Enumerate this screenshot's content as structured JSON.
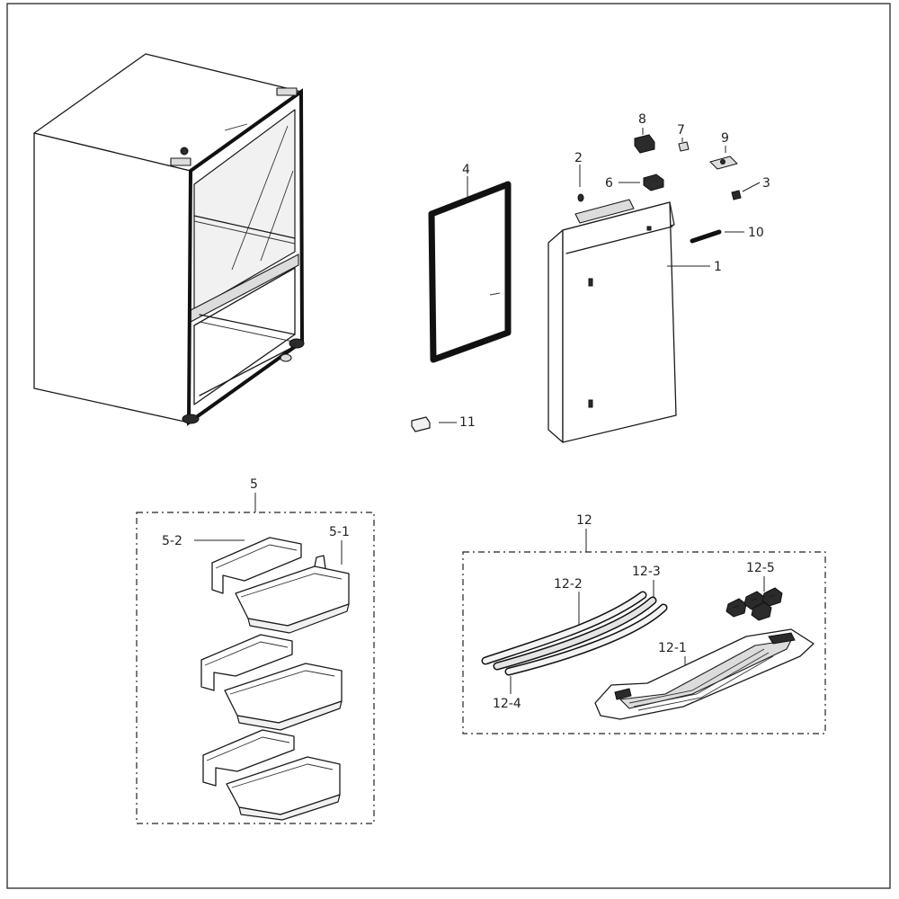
{
  "callouts": {
    "c1": "1",
    "c2": "2",
    "c3": "3",
    "c4": "4",
    "c5": "5",
    "c5_1": "5-1",
    "c5_2": "5-2",
    "c6": "6",
    "c7": "7",
    "c8": "8",
    "c9": "9",
    "c10": "10",
    "c11": "11",
    "c12": "12",
    "c12_1": "12-1",
    "c12_2": "12-2",
    "c12_3": "12-3",
    "c12_4": "12-4",
    "c12_5": "12-5"
  }
}
